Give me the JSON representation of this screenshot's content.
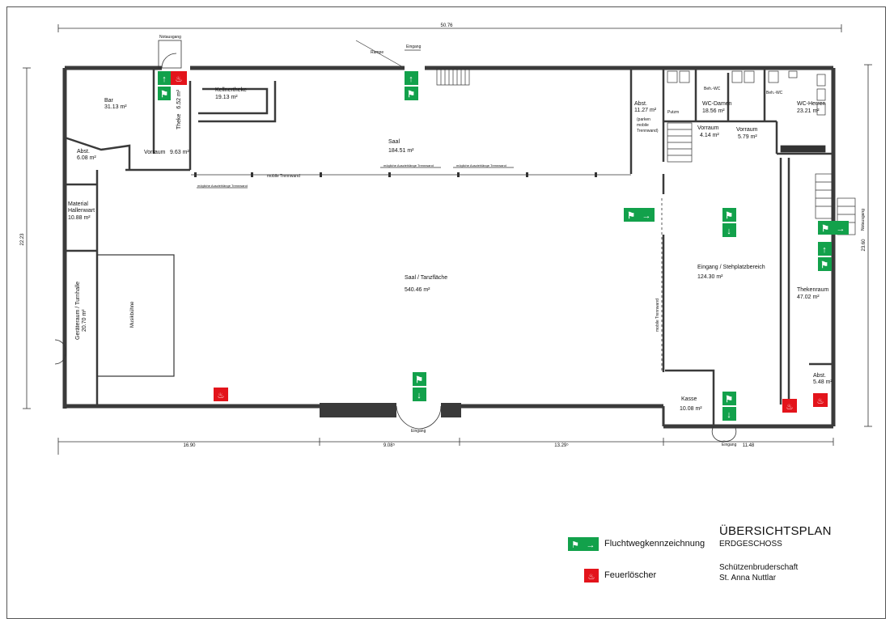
{
  "overall_dimensions": {
    "top_width": "50.76",
    "left_height": "22.23",
    "right_height": "23.60",
    "bottom_segments": [
      "16.90",
      "9.08⁵",
      "13.29⁵",
      "11.48"
    ]
  },
  "rooms": {
    "bar": {
      "name": "Bar",
      "area": "31.13 m²"
    },
    "kellnertheke": {
      "name": "Kellnertheke",
      "area": "19.13 m²"
    },
    "theke": {
      "name": "Theke",
      "area": "6.52 m²"
    },
    "vorraum_left": {
      "name": "Vorraum",
      "area": "9.63 m²"
    },
    "abst_left": {
      "name": "Abst.",
      "area": "6.08 m²"
    },
    "material": {
      "name": "Material",
      "name2": "Hallenwart",
      "area": "10.88 m²"
    },
    "geraeteraum": {
      "name": "Geräteraum / Turnhalle",
      "area": "20.70 m²"
    },
    "musikbuehne": {
      "name": "Musikbühne"
    },
    "saal": {
      "name": "Saal",
      "area": "184.51 m²"
    },
    "saal_tanz": {
      "name": "Saal / Tanzfläche",
      "area": "540.46 m²"
    },
    "abst_mid": {
      "name": "Abst.",
      "area": "11.27 m²",
      "note1": "(parken",
      "note2": "mobile",
      "note3": "Trennwand)"
    },
    "wc_damen": {
      "name": "WC-Damen",
      "area": "18.56 m²"
    },
    "wc_herren": {
      "name": "WC-Herren",
      "area": "23.21 m²"
    },
    "vorraum_a": {
      "name": "Vorraum",
      "area": "4.14 m²"
    },
    "vorraum_b": {
      "name": "Vorraum",
      "area": "5.79 m²"
    },
    "eingang": {
      "name": "Eingang / Stehplatzbereich",
      "area": "124.30 m²"
    },
    "thekenraum": {
      "name": "Thekenraum",
      "area": "47.02 m²"
    },
    "kasse": {
      "name": "Kasse",
      "area": "10.08 m²"
    },
    "abst_right": {
      "name": "Abst.",
      "area": "5.48 m²"
    }
  },
  "labels": {
    "notausgang_top": "Notausgang",
    "notausgang_right": "Notausgang",
    "rampe": "Rampe",
    "eingang_top": "Eingang",
    "eingang_bottom": "Eingang",
    "eingang_bottom_right": "Eingang",
    "mobile_trennwand": "mobile Trennwand",
    "mobile_trennwand_vertical": "mobile Trennwand",
    "auszugslaenge_1": "mögliche Auszieh­länge Trennwand",
    "auszugslaenge_2": "mögliche Auszieh­länge Trennwand",
    "auszugslaenge_3": "mögliche Auszieh­länge Trennwand",
    "putzm": "Putzm",
    "beh_wc_1": "Beh.-WC",
    "beh_wc_2": "Beh.-WC"
  },
  "legend": {
    "escape": "Fluchtwegkennzeichnung",
    "extinguisher": "Feuerlöscher"
  },
  "title_block": {
    "title": "ÜBERSICHTSPLAN",
    "subtitle": "ERDGESCHOSS",
    "org1": "Schützenbruderschaft",
    "org2": "St. Anna Nuttlar"
  },
  "colors": {
    "escape_green": "#12a14b",
    "extinguisher_red": "#e3141b",
    "wall": "#3a3a3a"
  }
}
